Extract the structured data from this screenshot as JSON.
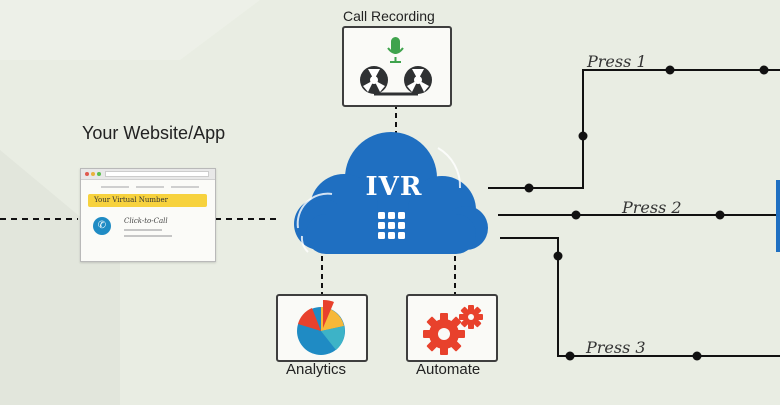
{
  "diagram": {
    "ivr_label": "IVR",
    "call_recording": "Call Recording",
    "website_title": "Your Website/App",
    "virtual_number": "Your Virtual Number",
    "click_to_call": "Click-to-Call",
    "analytics": "Analytics",
    "automate": "Automate",
    "press_1": "Press 1",
    "press_2": "Press 2",
    "press_3": "Press 3"
  },
  "colors": {
    "background": "#e9ede3",
    "cloud": "#1f6fc1",
    "accent_yellow": "#f7d23e",
    "automate_gear": "#e8412c",
    "recorder_mic": "#3fa34d"
  },
  "icons": [
    "microphone-icon",
    "tape-reel-icon",
    "pie-chart-icon",
    "gears-icon",
    "phone-icon",
    "keypad-icon"
  ]
}
